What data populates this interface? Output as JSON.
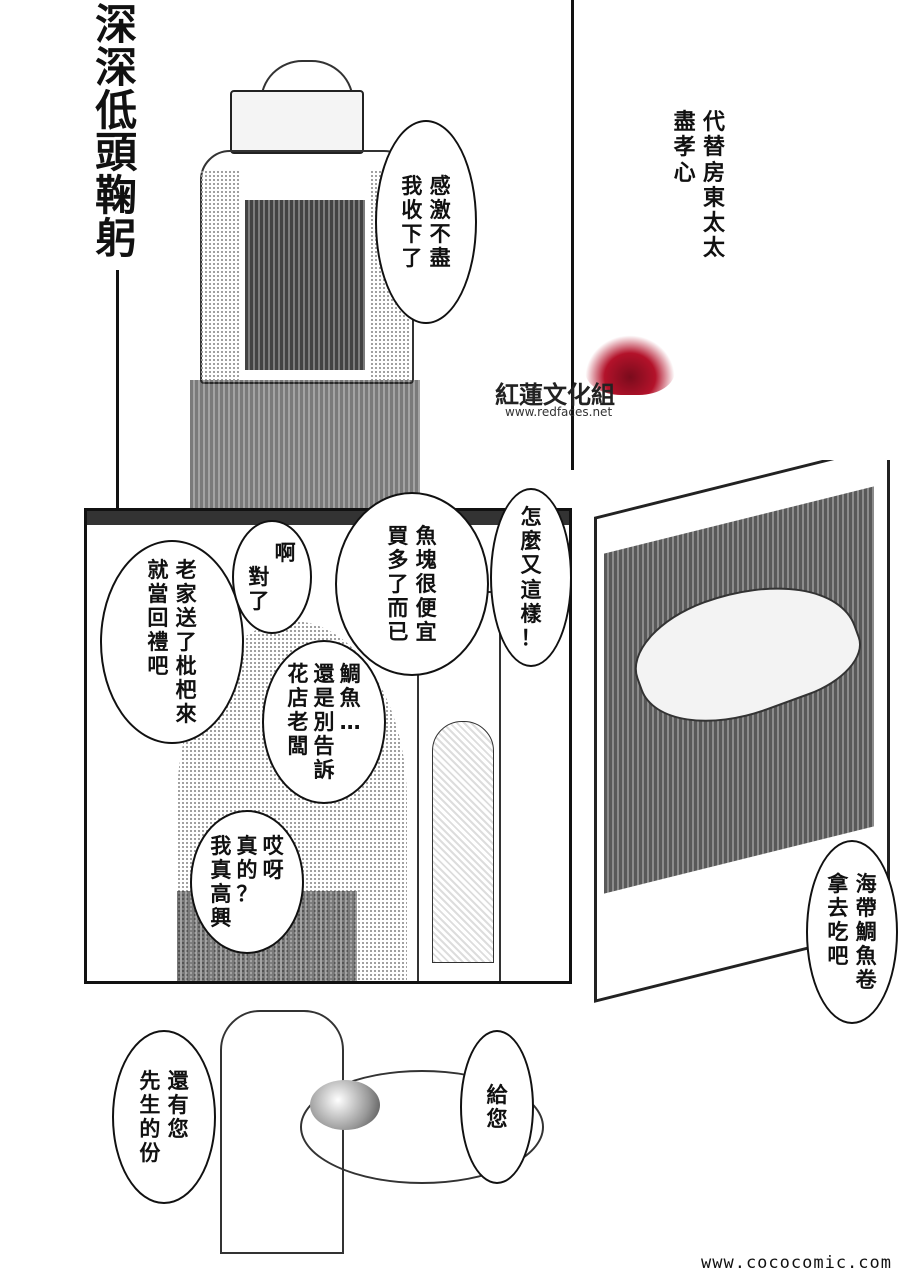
{
  "page": {
    "title_caption": "深深低頭鞠躬",
    "narration": [
      "代替房東太太",
      "盡孝心"
    ],
    "watermark": {
      "name": "紅蓮文化組",
      "url": "www.redfaces.net",
      "color": "#b3122a"
    },
    "bubbles": {
      "thanks": [
        "感激不盡",
        "我收下了"
      ],
      "again": [
        "怎麼又這樣！"
      ],
      "cheap": [
        "魚塊很便宜",
        "買多了而已"
      ],
      "oh_right": [
        "啊",
        "對了"
      ],
      "loquat": [
        "老家送了枇杷來",
        "就當回禮吧"
      ],
      "thought": [
        "鯛魚…",
        "還是別告訴",
        "花店老闆"
      ],
      "happy": [
        "哎呀",
        "真的？",
        "我真高興"
      ],
      "seaweed": [
        "海帶鯛魚卷",
        "拿去吃吧"
      ],
      "here": [
        "給您"
      ],
      "husband": [
        "還有您",
        "先生的份"
      ]
    },
    "footer_url": "www.cococomic.com"
  }
}
